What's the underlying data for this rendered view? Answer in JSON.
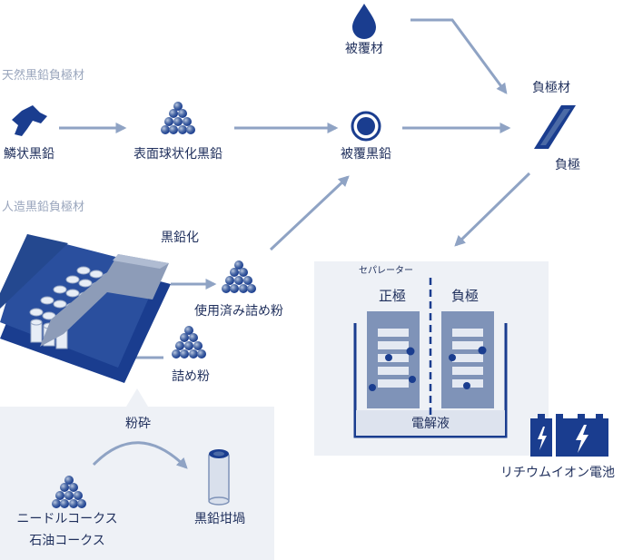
{
  "sections": {
    "natural": "天然黒鉛負極材",
    "artificial": "人造黒鉛負極材"
  },
  "labels": {
    "coating": "被覆材",
    "anode_material": "負極材",
    "flake": "鱗状黒鉛",
    "spherical": "表面球状化黒鉛",
    "coated": "被覆黒鉛",
    "anode": "負極",
    "graphitization": "黒鉛化",
    "used_powder": "使用済み詰め粉",
    "packing_powder": "詰め粉",
    "crushing": "粉砕",
    "needle_coke": "ニードルコークス",
    "petroleum_coke": "石油コークス",
    "crucible": "黒鉛坩堝"
  },
  "battery": {
    "separator": "セパレーター",
    "cathode": "正極",
    "anode": "負極",
    "electrolyte": "電解液",
    "caption": "リチウムイオン電池"
  },
  "colors": {
    "navy": "#1a3d8f",
    "arrow": "#8fa3c4",
    "panel": "#eef1f6",
    "electrode": "#7f93b8"
  }
}
